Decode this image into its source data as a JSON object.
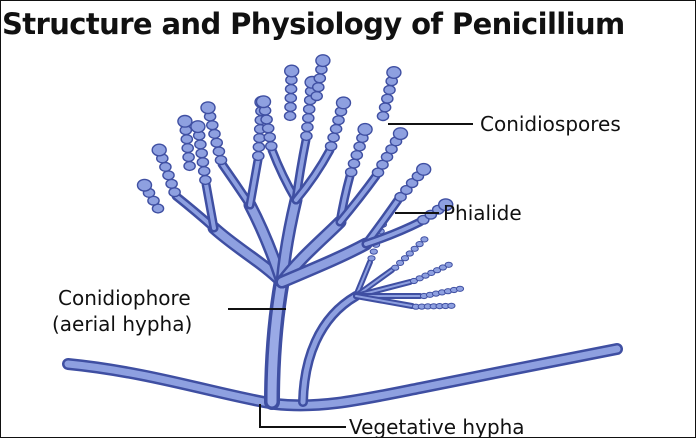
{
  "title": "Structure and Physiology of Penicillium",
  "labels": {
    "conidiospores": "Conidiospores",
    "phialide": "Phialide",
    "conidiophore": "Conidiophore",
    "aerial_hypha": "(aerial hypha)",
    "vegetative_hypha": "Vegetative hypha"
  },
  "colors": {
    "hypha_fill": "#7c8fd6",
    "hypha_stroke": "#3f4fa2",
    "spore_fill": "#8ea0e0",
    "leader_line": "#111111"
  }
}
